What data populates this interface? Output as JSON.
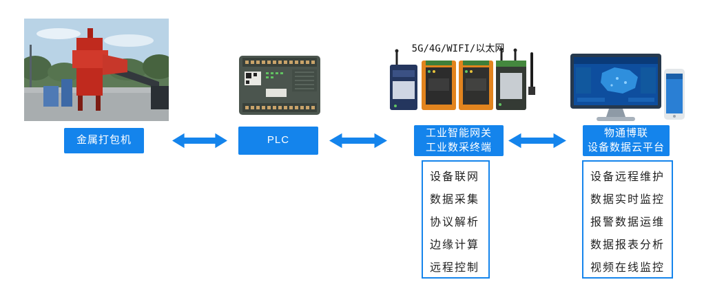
{
  "colors": {
    "accent_blue": "#1484ec",
    "box_border": "#1484ec",
    "label_text": "#ffffff",
    "box_text": "#1f1f1f"
  },
  "nodes": {
    "baler": {
      "label": "金属打包机"
    },
    "plc": {
      "label": "PLC"
    },
    "gateway": {
      "caption": "5G/4G/WIFI/以太网",
      "label_line1": "工业智能网关",
      "label_line2": "工业数采终端"
    },
    "cloud": {
      "label_line1": "物通博联",
      "label_line2": "设备数据云平台"
    }
  },
  "gateway_functions": {
    "items": [
      "设备联网",
      "数据采集",
      "协议解析",
      "边缘计算",
      "远程控制"
    ]
  },
  "cloud_functions": {
    "items": [
      "设备远程维护",
      "数据实时监控",
      "报警数据运维",
      "数据报表分析",
      "视频在线监控"
    ]
  }
}
